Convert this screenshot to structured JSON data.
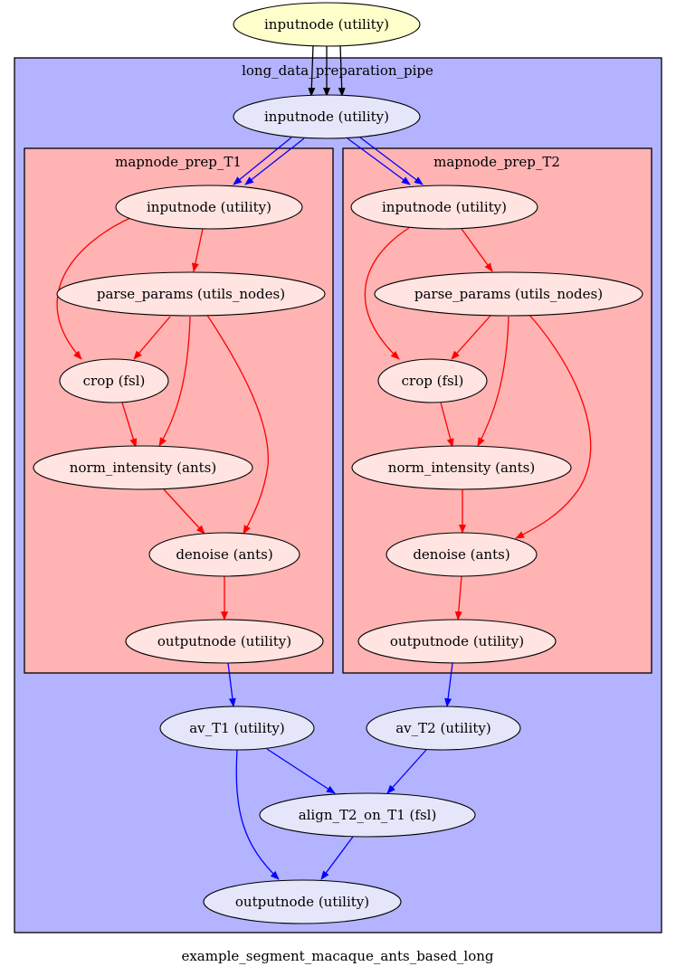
{
  "graph_title": "example_segment_macaque_ants_based_long",
  "clusters": {
    "outer": "long_data_preparation_pipe",
    "t1": "mapnode_prep_T1",
    "t2": "mapnode_prep_T2"
  },
  "nodes": {
    "top_inputnode": "inputnode (utility)",
    "pipe_inputnode": "inputnode (utility)",
    "t1_inputnode": "inputnode (utility)",
    "t1_parse_params": "parse_params (utils_nodes)",
    "t1_crop": "crop (fsl)",
    "t1_norm_intensity": "norm_intensity (ants)",
    "t1_denoise": "denoise (ants)",
    "t1_outputnode": "outputnode (utility)",
    "t2_inputnode": "inputnode (utility)",
    "t2_parse_params": "parse_params (utils_nodes)",
    "t2_crop": "crop (fsl)",
    "t2_norm_intensity": "norm_intensity (ants)",
    "t2_denoise": "denoise (ants)",
    "t2_outputnode": "outputnode (utility)",
    "av_t1": "av_T1 (utility)",
    "av_t2": "av_T2 (utility)",
    "align_t2_on_t1": "align_T2_on_T1 (fsl)",
    "pipe_outputnode": "outputnode (utility)"
  },
  "colors": {
    "outer_cluster_fill": "#b3b3ff",
    "inner_cluster_fill": "#ffb3b3",
    "top_node_fill": "#ffffcc",
    "pipe_node_fill": "#e6e6fa",
    "inner_node_fill": "#ffe4e1",
    "edge_black": "#000000",
    "edge_blue": "#0000ff",
    "edge_red": "#ff0000"
  },
  "edges": [
    {
      "from": "top_inputnode",
      "to": "pipe_inputnode",
      "color": "black",
      "count": 3
    },
    {
      "from": "pipe_inputnode",
      "to": "t1_inputnode",
      "color": "blue",
      "count": 2
    },
    {
      "from": "pipe_inputnode",
      "to": "t2_inputnode",
      "color": "blue",
      "count": 2
    },
    {
      "from": "t1_inputnode",
      "to": "t1_parse_params",
      "color": "red"
    },
    {
      "from": "t1_inputnode",
      "to": "t1_crop",
      "color": "red"
    },
    {
      "from": "t1_parse_params",
      "to": "t1_crop",
      "color": "red"
    },
    {
      "from": "t1_parse_params",
      "to": "t1_norm_intensity",
      "color": "red"
    },
    {
      "from": "t1_parse_params",
      "to": "t1_denoise",
      "color": "red"
    },
    {
      "from": "t1_crop",
      "to": "t1_norm_intensity",
      "color": "red"
    },
    {
      "from": "t1_norm_intensity",
      "to": "t1_denoise",
      "color": "red"
    },
    {
      "from": "t1_denoise",
      "to": "t1_outputnode",
      "color": "red"
    },
    {
      "from": "t2_inputnode",
      "to": "t2_parse_params",
      "color": "red"
    },
    {
      "from": "t2_inputnode",
      "to": "t2_crop",
      "color": "red"
    },
    {
      "from": "t2_parse_params",
      "to": "t2_crop",
      "color": "red"
    },
    {
      "from": "t2_parse_params",
      "to": "t2_norm_intensity",
      "color": "red"
    },
    {
      "from": "t2_parse_params",
      "to": "t2_denoise",
      "color": "red"
    },
    {
      "from": "t2_crop",
      "to": "t2_norm_intensity",
      "color": "red"
    },
    {
      "from": "t2_norm_intensity",
      "to": "t2_denoise",
      "color": "red"
    },
    {
      "from": "t2_denoise",
      "to": "t2_outputnode",
      "color": "red"
    },
    {
      "from": "t1_outputnode",
      "to": "av_t1",
      "color": "blue"
    },
    {
      "from": "t2_outputnode",
      "to": "av_t2",
      "color": "blue"
    },
    {
      "from": "av_t1",
      "to": "align_t2_on_t1",
      "color": "blue"
    },
    {
      "from": "av_t2",
      "to": "align_t2_on_t1",
      "color": "blue"
    },
    {
      "from": "av_t1",
      "to": "pipe_outputnode",
      "color": "blue"
    },
    {
      "from": "align_t2_on_t1",
      "to": "pipe_outputnode",
      "color": "blue"
    }
  ]
}
